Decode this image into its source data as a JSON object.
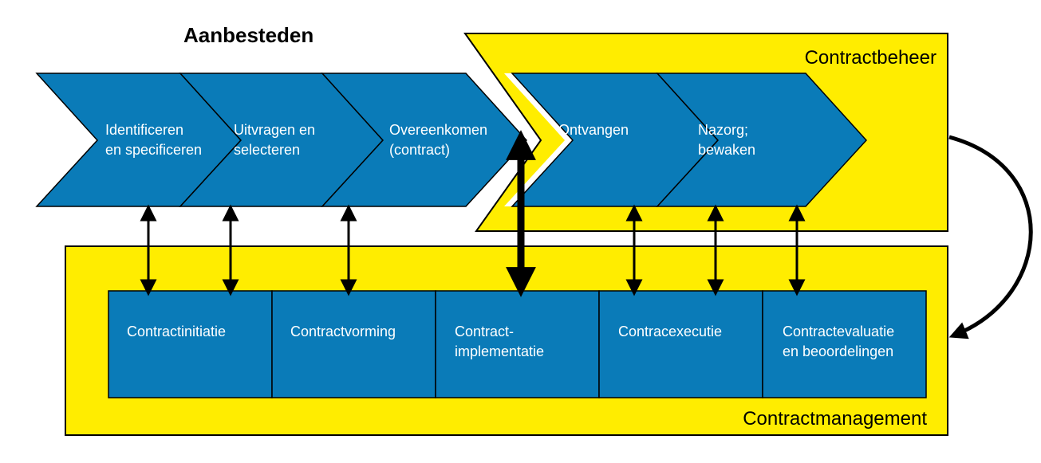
{
  "titles": {
    "aanbesteden": "Aanbesteden",
    "contractbeheer": "Contractbeheer",
    "contractmanagement": "Contractmanagement"
  },
  "chevrons": [
    {
      "line1": "Identificeren",
      "line2": "en specificeren"
    },
    {
      "line1": "Uitvragen en",
      "line2": "selecteren"
    },
    {
      "line1": "Overeenkomen",
      "line2": "(contract)"
    },
    {
      "line1": "Ontvangen",
      "line2": ""
    },
    {
      "line1": "Nazorg;",
      "line2": "bewaken"
    }
  ],
  "boxes": [
    {
      "line1": "Contractinitiatie",
      "line2": ""
    },
    {
      "line1": "Contractvorming",
      "line2": ""
    },
    {
      "line1": "Contract-",
      "line2": "implementatie"
    },
    {
      "line1": "Contracexecutie",
      "line2": ""
    },
    {
      "line1": "Contractevaluatie",
      "line2": "en beoordelingen"
    }
  ],
  "colors": {
    "yellow": "#ffed00",
    "blue": "#0a7bb8",
    "outline": "#000000",
    "text": "#ffffff"
  }
}
